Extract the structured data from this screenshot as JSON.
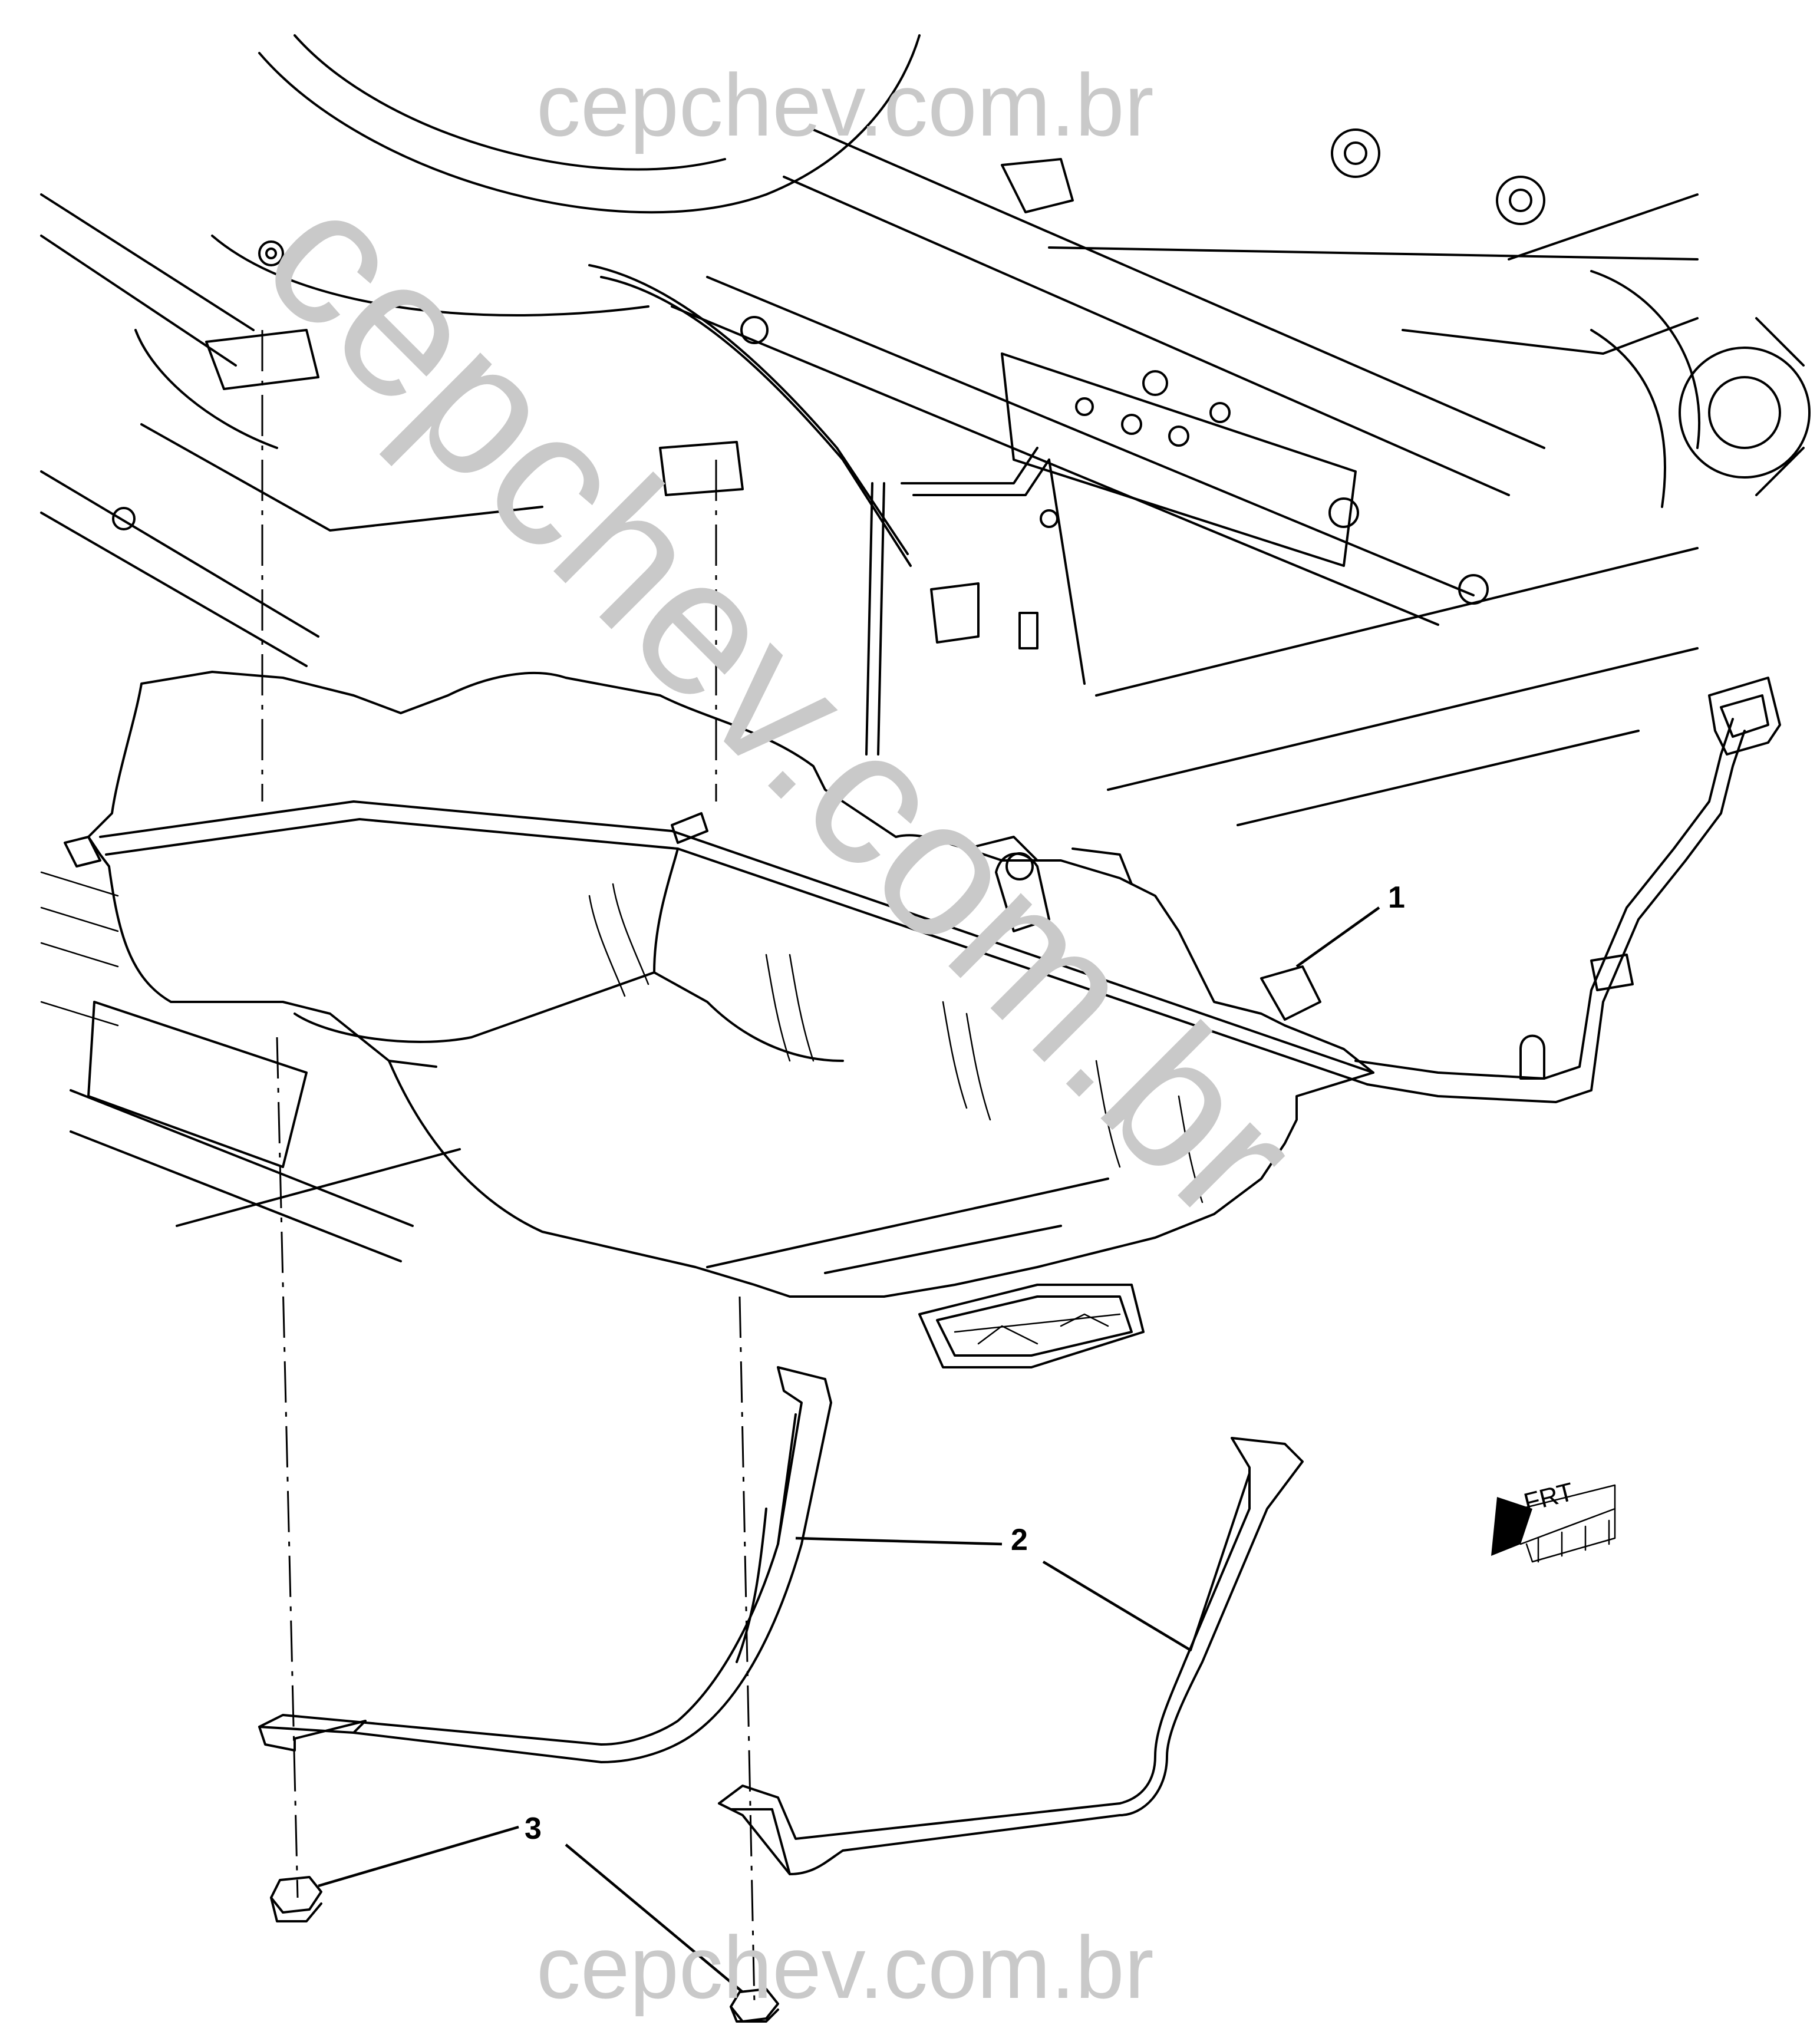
{
  "callouts": {
    "c1": "1",
    "c2": "2",
    "c3": "3"
  },
  "direction_indicator": "FRT",
  "watermarks": {
    "top": "cepchev.com.br",
    "diagonal": "cepchev.com.br",
    "bottom": "cepchev.com.br"
  },
  "colors": {
    "line": "#000000",
    "watermark": "#c9c9c9",
    "background": "#ffffff"
  }
}
